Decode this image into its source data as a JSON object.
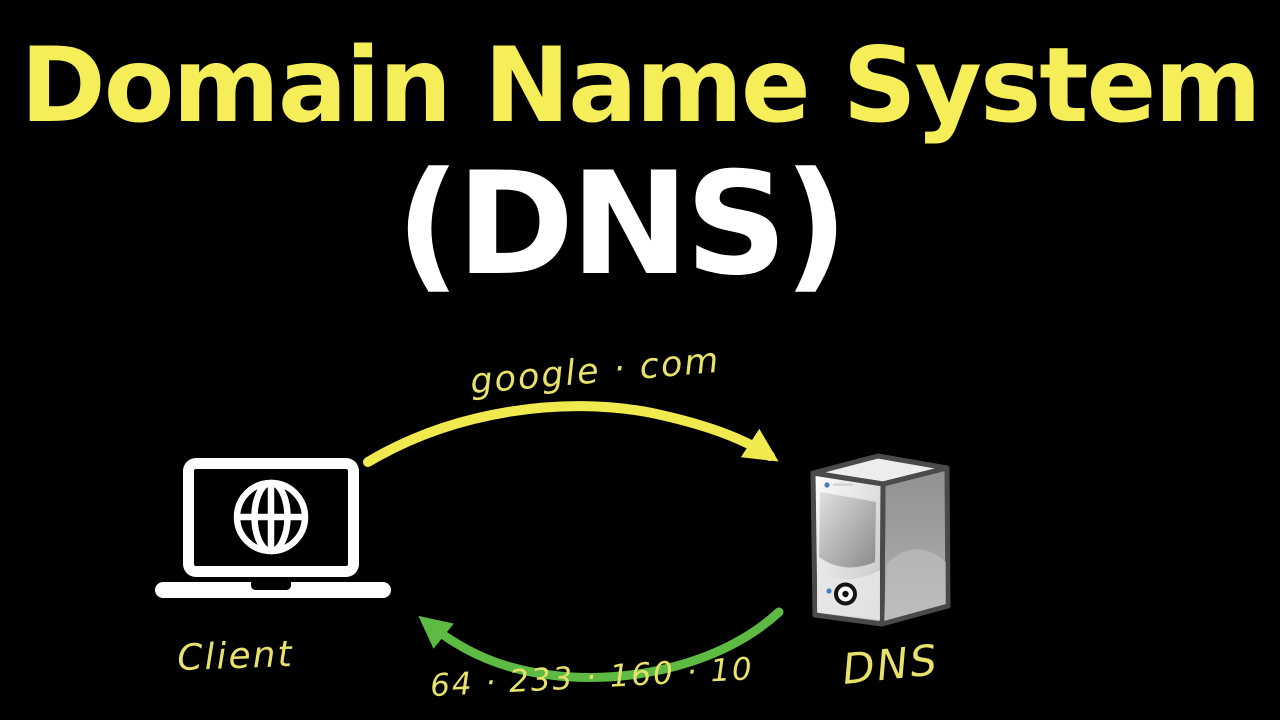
{
  "title": {
    "line1": "Domain Name System",
    "line2": "(DNS)"
  },
  "diagram": {
    "client": {
      "label": "Client",
      "icon": "laptop-globe-icon"
    },
    "server": {
      "label": "DNS",
      "icon": "server-tower-icon"
    },
    "request": {
      "label": "google · com",
      "arrow": "curved-arrow-right"
    },
    "response": {
      "label": "64 · 233 · 160 · 10",
      "arrow": "curved-arrow-left"
    }
  },
  "colors": {
    "background": "#000000",
    "title_yellow": "#f5ee58",
    "title_white": "#ffffff",
    "handwriting_yellow": "#e9e26a",
    "request_arrow": "#f0ea4e",
    "response_arrow": "#5dba43",
    "server_accent_blue": "#4a7fc1"
  }
}
